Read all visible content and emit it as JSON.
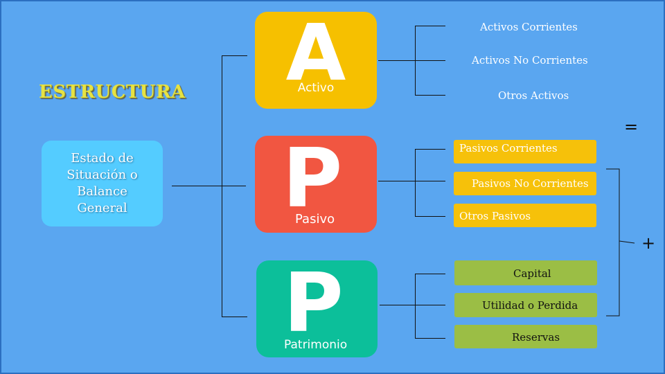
{
  "title": "ESTRUCTURA",
  "estado": "Estado de Situación o Balance General",
  "activo": {
    "letter": "A",
    "label": "Activo",
    "color": "#f6c000",
    "items": [
      "Activos Corrientes",
      "Activos No Corrientes",
      "Otros Activos"
    ]
  },
  "pasivo": {
    "letter": "P",
    "label": "Pasivo",
    "color": "#f15641",
    "items": [
      "Pasivos Corrientes",
      "Pasivos No Corrientes",
      "Otros Pasivos"
    ]
  },
  "patrimonio": {
    "letter": "P",
    "label": "Patrimonio",
    "color": "#0cbf9a",
    "items": [
      "Capital",
      "Utilidad o Perdida",
      "Reservas"
    ]
  },
  "equals_sign": "=",
  "plus_sign": "+"
}
